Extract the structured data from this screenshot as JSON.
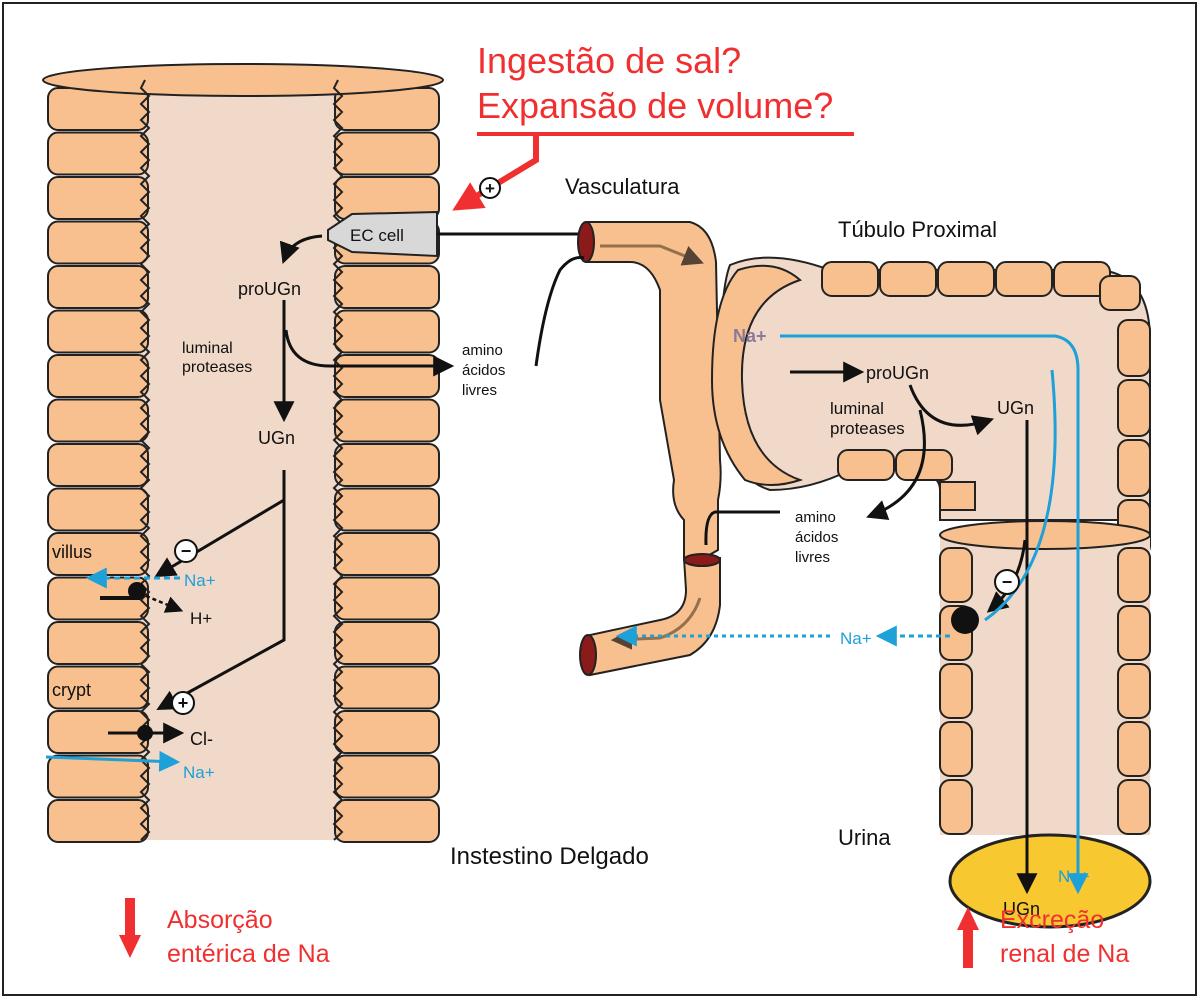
{
  "header": {
    "line1": "Ingestão de sal?",
    "line2": "Expansão de volume?",
    "plus": "+"
  },
  "labels": {
    "vasculatura": "Vasculatura",
    "tubulo": "Túbulo Proximal",
    "intestino": "Instestino Delgado",
    "urina": "Urina",
    "ec_cell": "EC cell"
  },
  "intestine": {
    "prougn": "proUGn",
    "luminal": "luminal",
    "proteases": "proteases",
    "ugn": "UGn",
    "villus": "villus",
    "crypt": "crypt",
    "na": "Na+",
    "h": "H+",
    "cl": "Cl-",
    "na_bottom": "Na+",
    "minus": "−",
    "plus": "+"
  },
  "amino1": {
    "l1": "amino",
    "l2": "ácidos",
    "l3": "livres"
  },
  "amino2": {
    "l1": "amino",
    "l2": "ácidos",
    "l3": "livres"
  },
  "kidney": {
    "na_top": "Na+",
    "prougn": "proUGn",
    "luminal": "luminal",
    "proteases": "proteases",
    "ugn": "UGn",
    "na_mid": "Na+",
    "minus": "−",
    "urine_na": "Na+",
    "urine_ugn": "UGn"
  },
  "footer": {
    "left1": "Absorção",
    "left2": "entérica de Na",
    "right1": "Excreção",
    "right2": "renal de Na"
  },
  "colors": {
    "cell": "#f7c08e",
    "lumen": "#f0d9c8",
    "red": "#f03030",
    "blue": "#1ea0d8",
    "urine": "#f8c830",
    "dark": "#111111"
  }
}
